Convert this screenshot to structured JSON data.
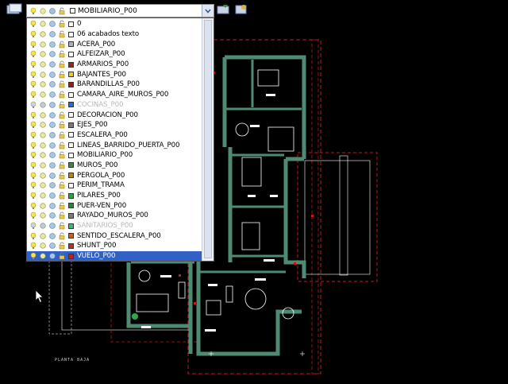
{
  "combo": {
    "selected": "MOBILIARIO_P00"
  },
  "layers": [
    {
      "name": "0",
      "color": "#ffffff",
      "off": false
    },
    {
      "name": "06 acabados texto",
      "color": "#ffffff",
      "off": false
    },
    {
      "name": "ACERA_P00",
      "color": "#b0b0b0",
      "off": false
    },
    {
      "name": "ALFEIZAR_P00",
      "color": "#ffffff",
      "off": false
    },
    {
      "name": "ARMARIOS_P00",
      "color": "#b11a1a",
      "off": false
    },
    {
      "name": "BAJANTES_P00",
      "color": "#e8d21a",
      "off": false
    },
    {
      "name": "BARANDILLAS_P00",
      "color": "#a11818",
      "off": false
    },
    {
      "name": "CAMARA_AIRE_MUROS_P00",
      "color": "#ffffff",
      "off": false
    },
    {
      "name": "COCINAS_P00",
      "color": "#1f6be0",
      "off": true
    },
    {
      "name": "DECORACION_P00",
      "color": "#ffffff",
      "off": false
    },
    {
      "name": "EJES_P00",
      "color": "#7a7a7a",
      "off": false
    },
    {
      "name": "ESCALERA_P00",
      "color": "#ffffff",
      "off": false
    },
    {
      "name": "LINEAS_BARRIDO_PUERTA_P00",
      "color": "#ffffff",
      "off": false
    },
    {
      "name": "MOBILIARIO_P00",
      "color": "#ffffff",
      "off": false
    },
    {
      "name": "MUROS_P00",
      "color": "#2d8b4c",
      "off": false
    },
    {
      "name": "PERGOLA_P00",
      "color": "#b8860b",
      "off": false
    },
    {
      "name": "PERIM_TRAMA",
      "color": "#ffffff",
      "off": false
    },
    {
      "name": "PILARES_P00",
      "color": "#1faa3a",
      "off": false
    },
    {
      "name": "PUER-VEN_P00",
      "color": "#1f8a3a",
      "off": false
    },
    {
      "name": "RAYADO_MUROS_P00",
      "color": "#7a7a7a",
      "off": false
    },
    {
      "name": "SANITARIOS_P00",
      "color": "#3ab87a",
      "off": true
    },
    {
      "name": "SENTIDO_ESCALERA_P00",
      "color": "#d65a1a",
      "off": false
    },
    {
      "name": "SHUNT_P00",
      "color": "#c62a1a",
      "off": false
    },
    {
      "name": "VUELO_P00",
      "color": "#d01818",
      "off": false,
      "selected": true
    }
  ],
  "plan": {
    "label": "PLANTA BAJA"
  },
  "colors": {
    "wall": "#4f8a72",
    "red": "#c41818",
    "white": "#ffffff",
    "selection": "#3161c5"
  }
}
